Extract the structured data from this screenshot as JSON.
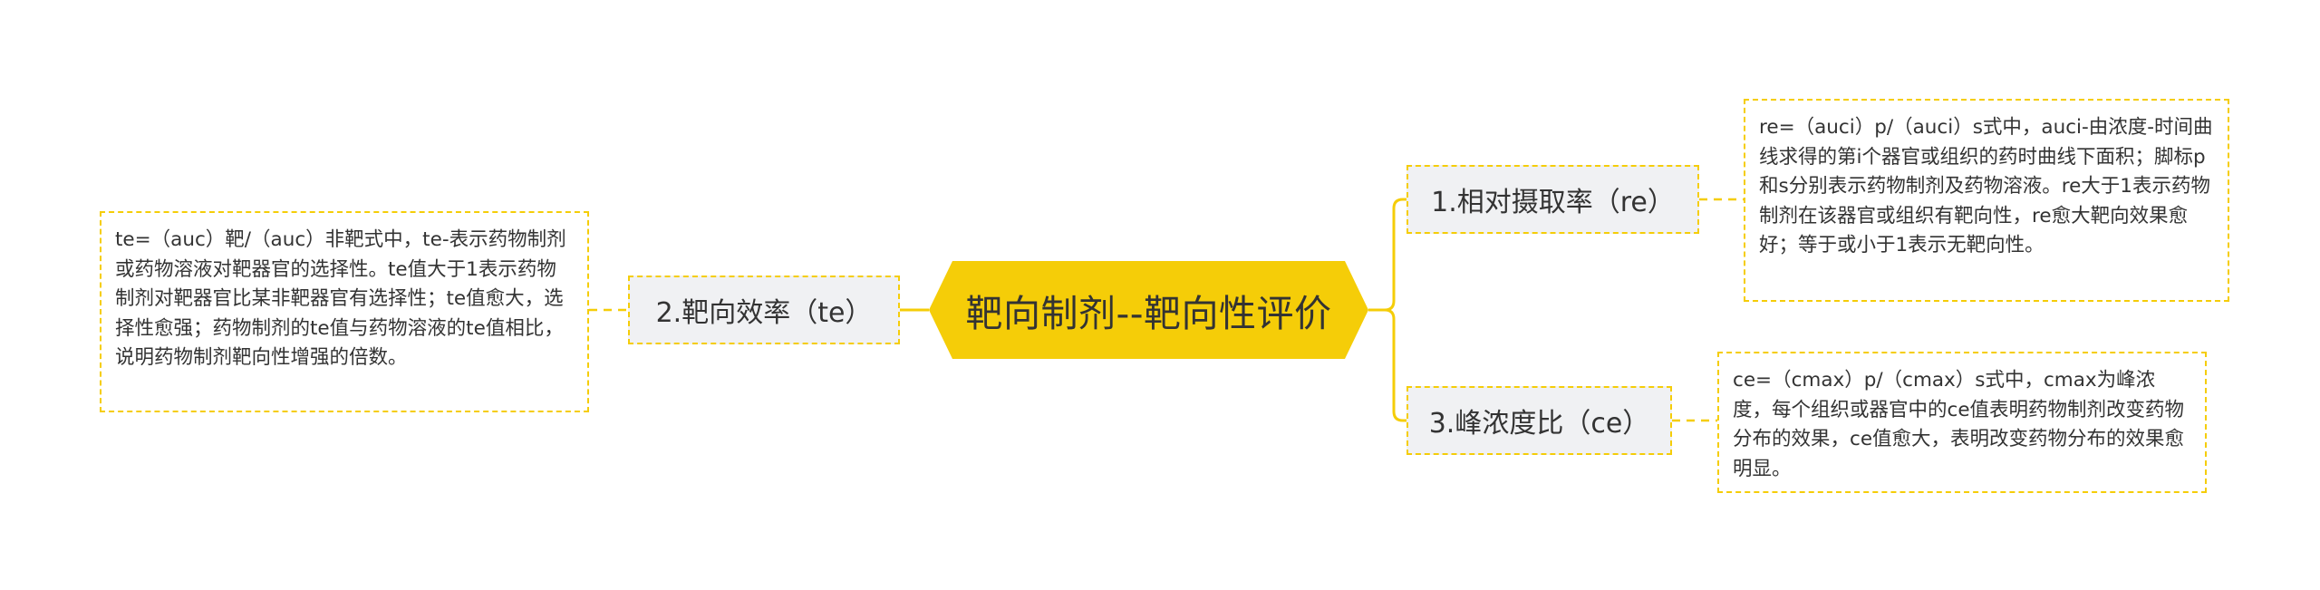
{
  "colors": {
    "accent": "#f5cd08",
    "node_fill": "#f0f1f3",
    "text": "#333333"
  },
  "central": {
    "label": "靶向制剂--靶向性评价"
  },
  "branches": [
    {
      "label": "1.相对摄取率（re）",
      "note": "re=（auci）p/（auci）s式中，auci-由浓度-时间曲线求得的第i个器官或组织的药时曲线下面积；脚标p和s分别表示药物制剂及药物溶液。re大于1表示药物制剂在该器官或组织有靶向性，re愈大靶向效果愈好；等于或小于1表示无靶向性。"
    },
    {
      "label": "2.靶向效率（te）",
      "note": "te=（auc）靶/（auc）非靶式中，te-表示药物制剂或药物溶液对靶器官的选择性。te值大于1表示药物制剂对靶器官比某非靶器官有选择性；te值愈大，选择性愈强；药物制剂的te值与药物溶液的te值相比，说明药物制剂靶向性增强的倍数。"
    },
    {
      "label": "3.峰浓度比（ce）",
      "note": "ce=（cmax）p/（cmax）s式中，cmax为峰浓度，每个组织或器官中的ce值表明药物制剂改变药物分布的效果，ce值愈大，表明改变药物分布的效果愈明显。"
    }
  ]
}
